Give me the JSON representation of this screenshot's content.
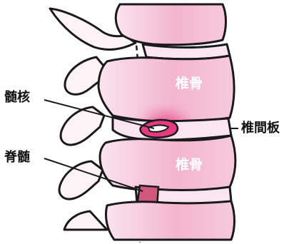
{
  "labels": {
    "nucleus": "髄核",
    "spinal_cord": "脊髄",
    "vertebra_upper": "椎骨",
    "vertebra_lower": "椎骨",
    "disc": "椎間板"
  },
  "colors": {
    "outline": "#1a1a1a",
    "bone_pink": "#f3b7d1",
    "bone_light": "#fbe3ee",
    "nucleus_glow": "#e4307a"
  }
}
